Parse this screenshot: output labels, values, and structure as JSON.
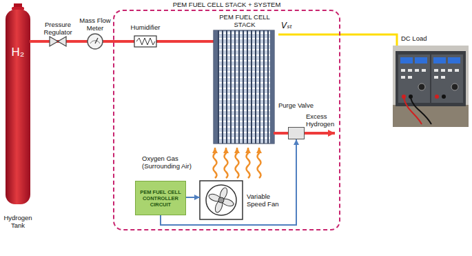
{
  "diagram": {
    "nodes": [
      {
        "text": [
          "PEM FUEL CELL STACK + SYSTEM"
        ]
      },
      {
        "text": [
          "H₂",
          "Hydrogen Tank"
        ]
      },
      {
        "text": [
          "Pressure Regulator"
        ]
      },
      {
        "text": [
          "Mass Flow Meter"
        ]
      },
      {
        "text": [
          "Humidifier"
        ],
        "in": 0
      },
      {
        "text": [
          "PEM FUEL CELL STACK"
        ],
        "in": 0
      },
      {
        "text": [
          "Purge Valve"
        ],
        "in": 0
      },
      {
        "text": [
          "PEM FUEL CELL CONTROLLER CIRCUIT"
        ],
        "in": 0
      },
      {
        "text": [
          "Variable Speed Fan"
        ],
        "in": 0
      },
      {
        "text": [
          "DC Load"
        ]
      }
    ],
    "edges": [
      {
        "from": 1,
        "to": 2,
        "arrow": "none"
      },
      {
        "from": 2,
        "to": 3,
        "arrow": "none"
      },
      {
        "from": 3,
        "to": 4,
        "arrow": "none"
      },
      {
        "from": 4,
        "to": 5,
        "arrow": "none"
      },
      {
        "from": 5,
        "to": 9,
        "arrow": "none"
      },
      {
        "from": 5,
        "to": 6,
        "arrow": "none"
      },
      {
        "from": 7,
        "to": 8,
        "arrow": "to"
      },
      {
        "from": 7,
        "to": 6,
        "arrow": "to"
      }
    ],
    "labels": [
      "Vₛₜ",
      "Oxygen Gas (Surrounding Air)",
      "Excess Hydrogen"
    ]
  }
}
